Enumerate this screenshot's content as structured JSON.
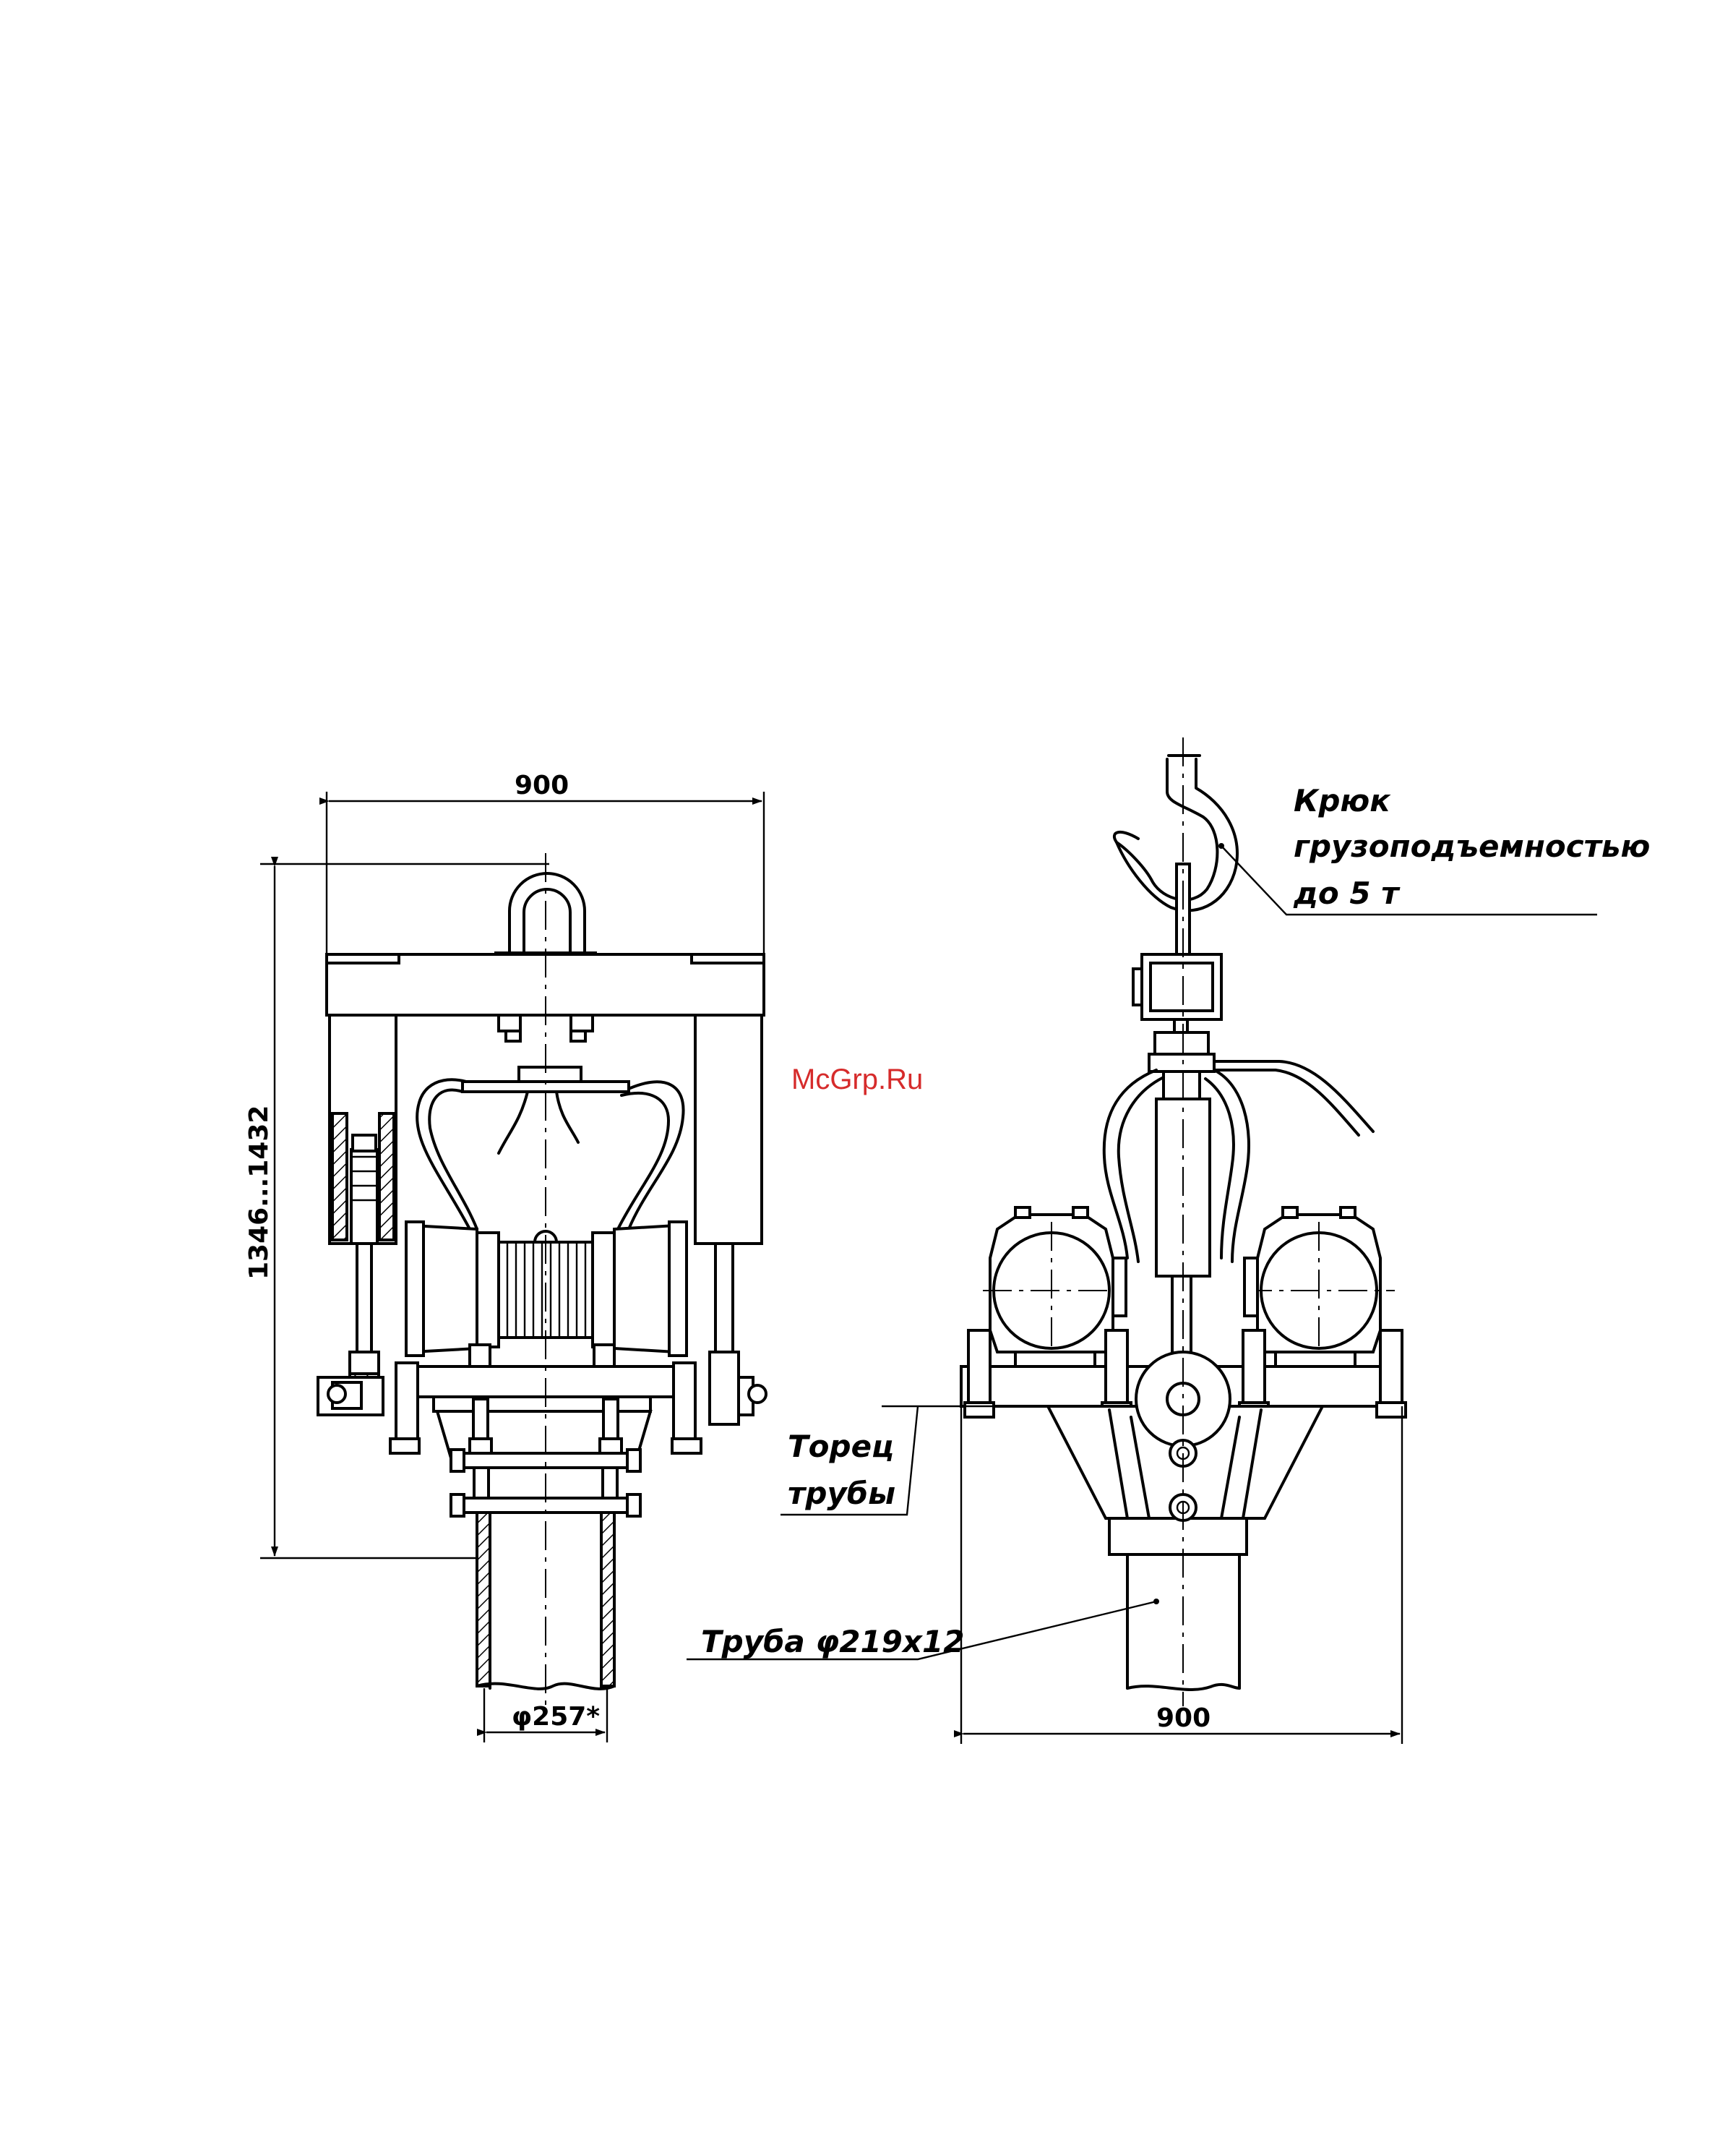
{
  "watermark": "McGrp.Ru",
  "dimensions": {
    "left_width": "900",
    "left_height": "1346...1432",
    "left_diameter": "φ257*",
    "right_width": "900"
  },
  "callouts": {
    "hook_line1": "Крюк",
    "hook_line2": "грузоподъемностью",
    "hook_line3": "до 5 т",
    "pipe_end_line1": "Торец",
    "pipe_end_line2": "трубы",
    "pipe": "Труба φ219х12"
  }
}
